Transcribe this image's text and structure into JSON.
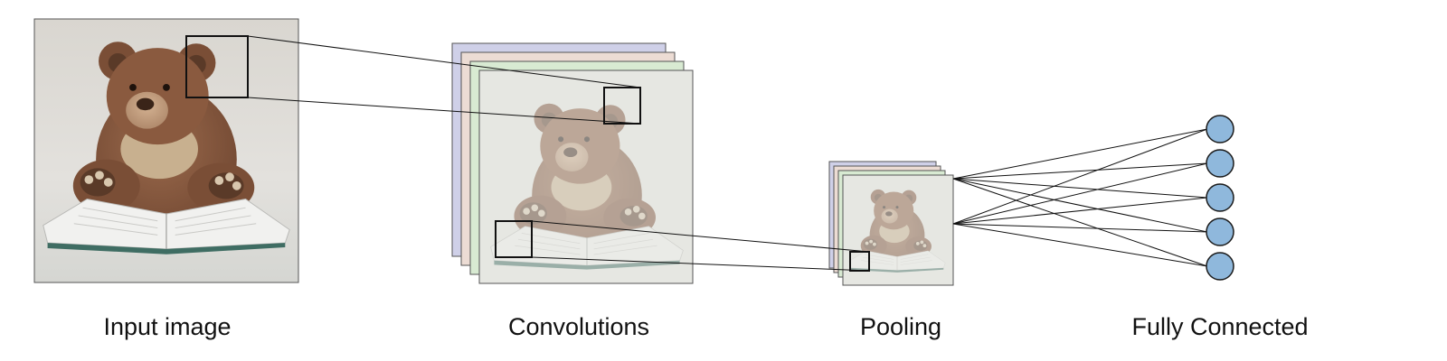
{
  "diagram": {
    "stages": [
      {
        "id": "input",
        "label": "Input image"
      },
      {
        "id": "conv",
        "label": "Convolutions"
      },
      {
        "id": "pool",
        "label": "Pooling"
      },
      {
        "id": "fc",
        "label": "Fully Connected"
      }
    ],
    "feature_map_colors": [
      "#cfd0e8",
      "#ecdcd4",
      "#d8ead2",
      "#e6e7e2"
    ],
    "pooling_map_colors": [
      "#cfd0e8",
      "#ecdcd4",
      "#d8ead2",
      "#e6e7e2"
    ],
    "fc_node_count": 5,
    "fc_node_color": "#8fb8dc",
    "photo_description_icon": "teddy-bear-on-book-image"
  }
}
